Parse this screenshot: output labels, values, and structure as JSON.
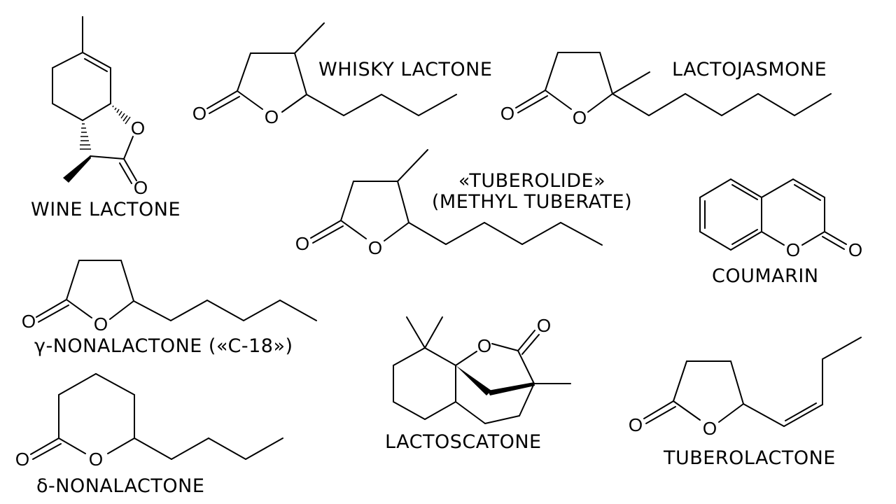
{
  "compounds": [
    {
      "id": "wine-lactone",
      "name": "WINE LACTONE"
    },
    {
      "id": "whisky-lactone",
      "name": "WHISKY LACTONE"
    },
    {
      "id": "lactojasmone",
      "name": "LACTOJASMONE"
    },
    {
      "id": "tuberolide",
      "name": "«TUBEROLIDE»",
      "alt_name": "(METHYL TUBERATE)"
    },
    {
      "id": "coumarin",
      "name": "COUMARIN"
    },
    {
      "id": "gamma-nonalactone",
      "name": "γ-NONALACTONE («C-18»)"
    },
    {
      "id": "lactoscatone",
      "name": "LACTOSCATONE"
    },
    {
      "id": "delta-nonalactone",
      "name": "δ-NONALACTONE"
    },
    {
      "id": "tuberolactone",
      "name": "TUBEROLACTONE"
    }
  ],
  "atoms": {
    "oxygen": "O"
  },
  "colors": {
    "background": "#ffffff",
    "ink": "#000000"
  }
}
